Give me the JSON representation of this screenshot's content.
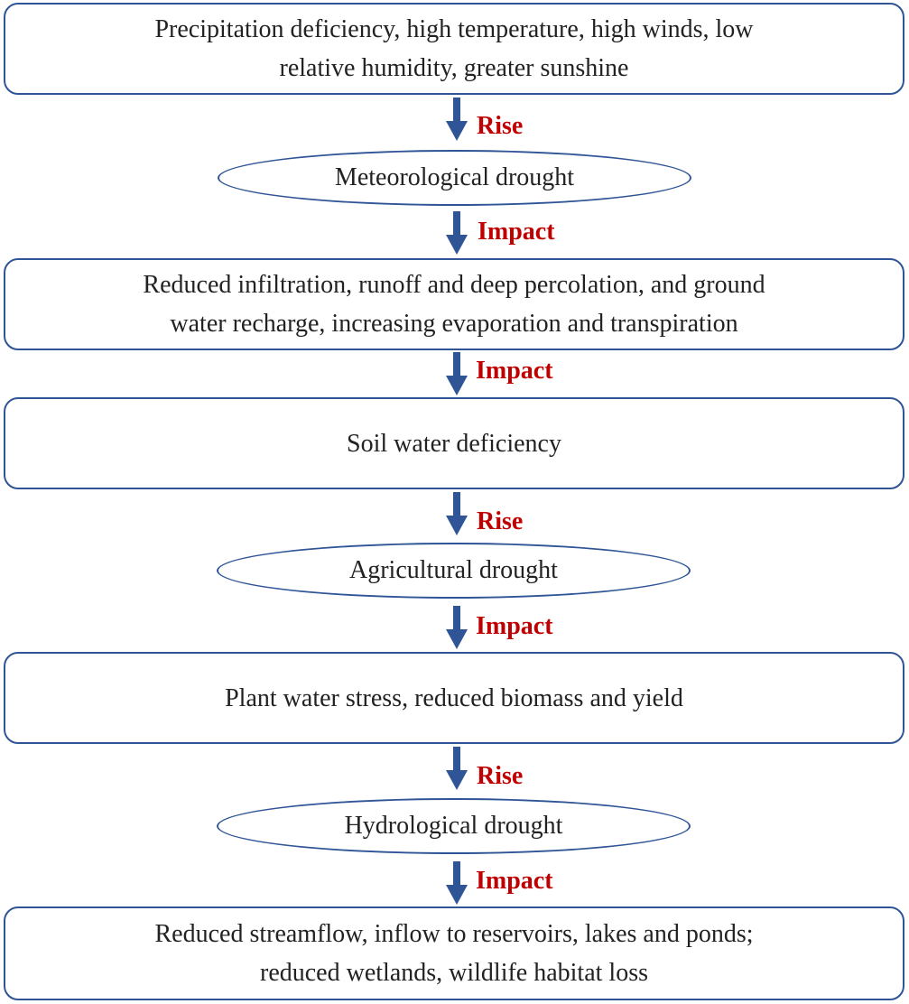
{
  "colors": {
    "border": "#2f5597",
    "arrow": "#2f5597",
    "label": "#c00000",
    "text": "#222222"
  },
  "nodes": [
    {
      "shape": "rounded-rect",
      "lines": [
        "Precipitation deficiency, high temperature, high winds, low",
        "relative humidity, greater sunshine"
      ]
    },
    {
      "shape": "ellipse",
      "lines": [
        "Meteorological drought"
      ]
    },
    {
      "shape": "rounded-rect",
      "lines": [
        "Reduced infiltration, runoff and deep percolation, and ground",
        "water recharge, increasing evaporation and transpiration"
      ]
    },
    {
      "shape": "rounded-rect",
      "lines": [
        "Soil water deficiency"
      ]
    },
    {
      "shape": "ellipse",
      "lines": [
        "Agricultural drought"
      ]
    },
    {
      "shape": "rounded-rect",
      "lines": [
        "Plant water stress, reduced biomass and yield"
      ]
    },
    {
      "shape": "ellipse",
      "lines": [
        "Hydrological drought"
      ]
    },
    {
      "shape": "rounded-rect",
      "lines": [
        "Reduced streamflow, inflow to reservoirs, lakes and ponds;",
        "reduced wetlands, wildlife habitat loss"
      ]
    }
  ],
  "edges": [
    {
      "from": 0,
      "to": 1,
      "label": "Rise"
    },
    {
      "from": 1,
      "to": 2,
      "label": "Impact"
    },
    {
      "from": 2,
      "to": 3,
      "label": "Impact"
    },
    {
      "from": 3,
      "to": 4,
      "label": "Rise"
    },
    {
      "from": 4,
      "to": 5,
      "label": "Impact"
    },
    {
      "from": 5,
      "to": 6,
      "label": "Rise"
    },
    {
      "from": 6,
      "to": 7,
      "label": "Impact"
    }
  ]
}
